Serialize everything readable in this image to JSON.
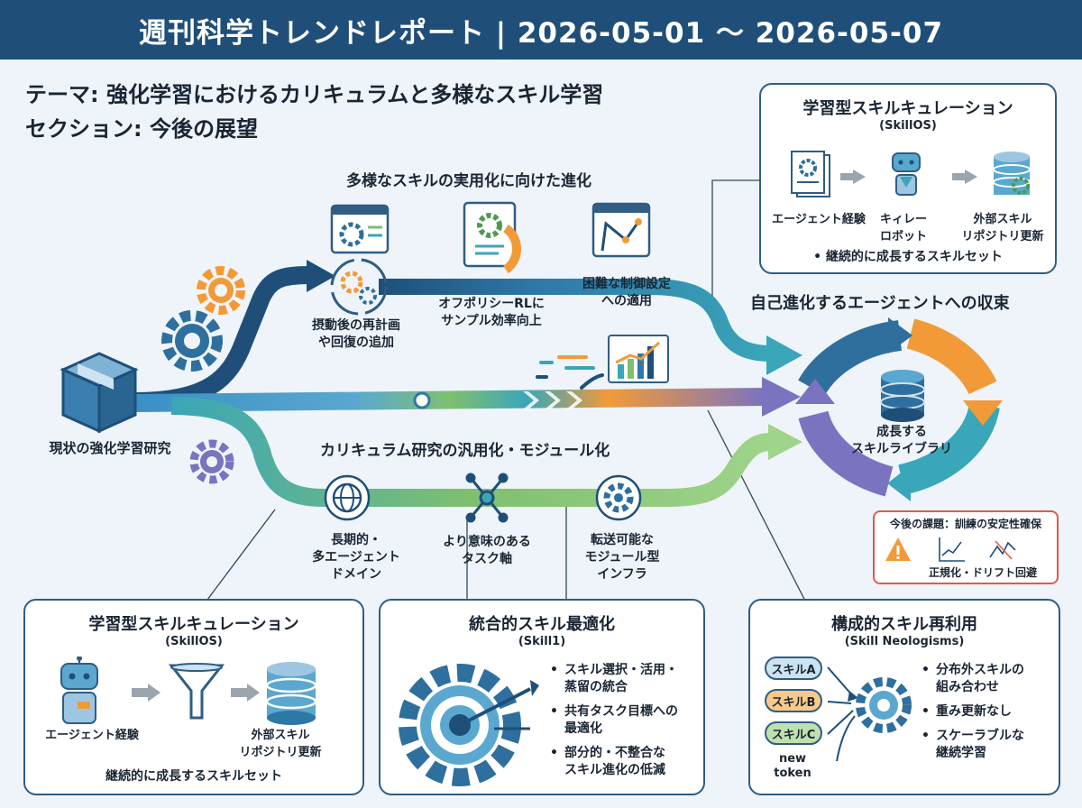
{
  "header": {
    "title": "週刊科学トレンドレポート | 2026-05-01 〜 2026-05-07"
  },
  "theme": {
    "line1": "テーマ: 強化学習におけるカリキュラムと多様なスキル学習",
    "line2": "セクション: 今後の展望"
  },
  "flow": {
    "origin_label": "現状の強化学習研究",
    "top_title": "多様なスキルの実用化に向けた進化",
    "top_steps": [
      "摂動後の再計画\nや回復の追加",
      "オフポリシーRLに\nサンプル効率向上",
      "困難な制御設定\nへの適用"
    ],
    "bottom_title": "カリキュラム研究の汎用化・モジュール化",
    "bottom_steps": [
      "長期的・\n多エージェント\nドメイン",
      "より意味のある\nタスク軸",
      "転送可能な\nモジュール型\nインフラ"
    ],
    "convergence_title": "自己進化するエージェントへの収束",
    "library_label": "成長する\nスキルライブラリ"
  },
  "challenge": {
    "title": "今後の課題：訓練の安定性確保",
    "caption": "正規化・ドリフト回避"
  },
  "card_top_right": {
    "title": "学習型スキルキュレーション",
    "subtitle": "(SkillOS)",
    "item1": "エージェント経験",
    "item2": "キィレー\nロボット",
    "item3": "外部スキル\nリポジトリ更新",
    "footer": "• 継続的に成長するスキルセット"
  },
  "card_bottom_left": {
    "title": "学習型スキルキュレーション",
    "subtitle": "(SkillOS)",
    "item1": "エージェント経験",
    "item2": "外部スキル\nリポジトリ更新",
    "footer": "継続的に成長するスキルセット"
  },
  "card_bottom_mid": {
    "title": "統合的スキル最適化",
    "subtitle": "(Skill1)",
    "bullets": [
      "スキル選択・活用・\n蒸留の統合",
      "共有タスク目標への\n最適化",
      "部分的・不整合な\nスキル進化の低減"
    ]
  },
  "card_bottom_right": {
    "title": "構成的スキル再利用",
    "subtitle": "(Skill Neologisms)",
    "pills": [
      "スキルA",
      "スキルB",
      "スキルC"
    ],
    "token_label": "new\ntoken",
    "bullets": [
      "分布外スキルの\n組み合わせ",
      "重み更新なし",
      "スケーラブルな\n継続学習"
    ]
  },
  "colors": {
    "navy": "#1f4f79",
    "teal": "#3aa6b9",
    "green": "#7fbf6f",
    "orange": "#f29a38",
    "purple": "#7a73c0",
    "red": "#e05a4a"
  }
}
